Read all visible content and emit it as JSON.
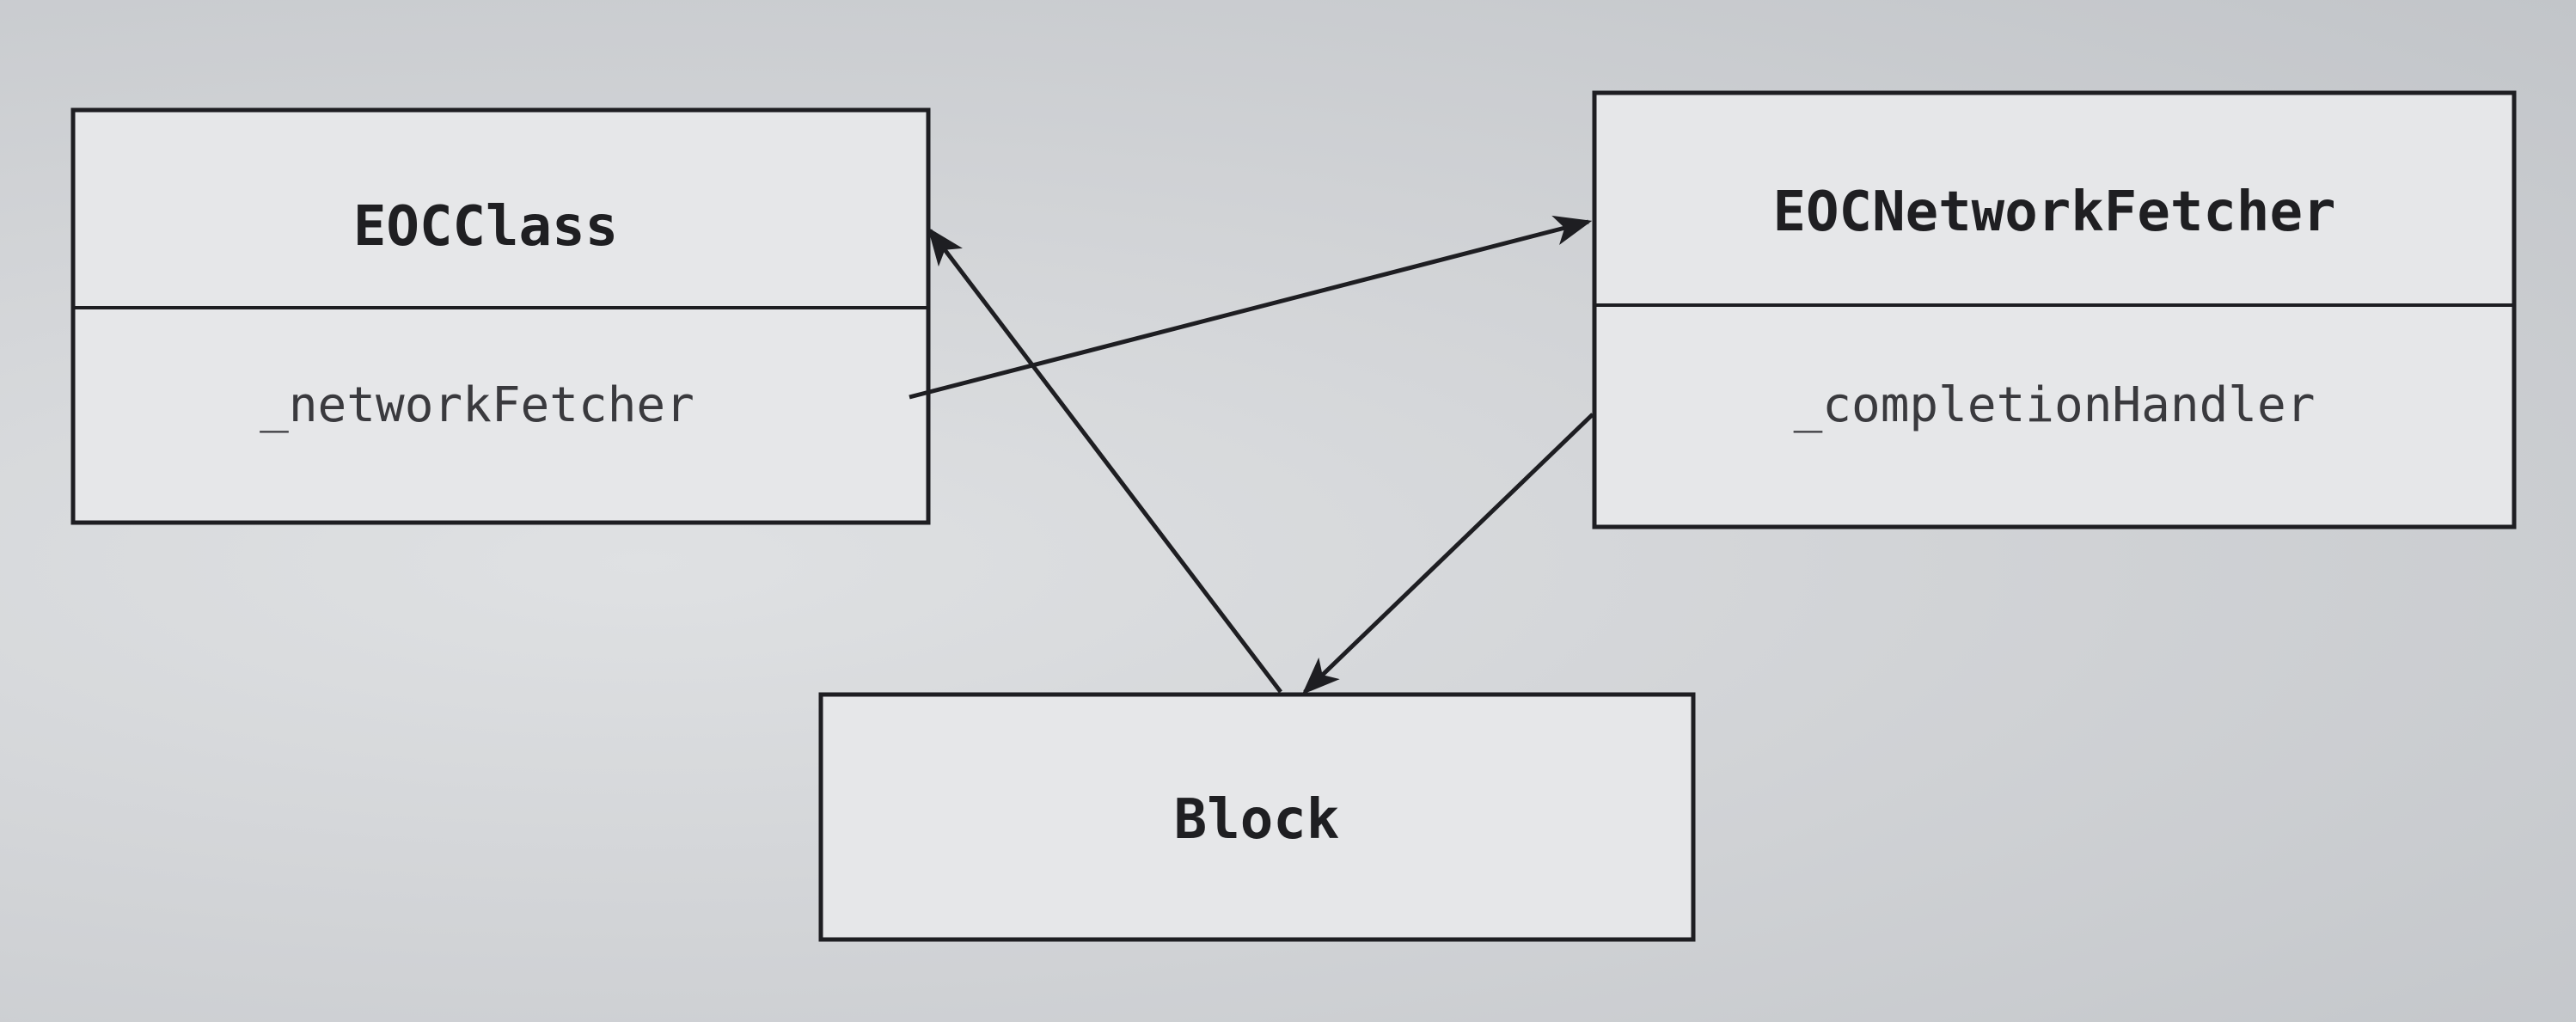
{
  "colors": {
    "background": "#d2d4d7",
    "box_fill": "#e6e7e9",
    "stroke": "#1e1e22"
  },
  "nodes": {
    "eoc_class": {
      "title": "EOCClass",
      "attribute": "_networkFetcher"
    },
    "network_fetcher": {
      "title": "EOCNetworkFetcher",
      "attribute": "_completionHandler"
    },
    "block": {
      "title": "Block"
    }
  },
  "edges": [
    {
      "from": "eoc_class._networkFetcher",
      "to": "network_fetcher"
    },
    {
      "from": "network_fetcher._completionHandler",
      "to": "block"
    },
    {
      "from": "block",
      "to": "eoc_class"
    }
  ]
}
